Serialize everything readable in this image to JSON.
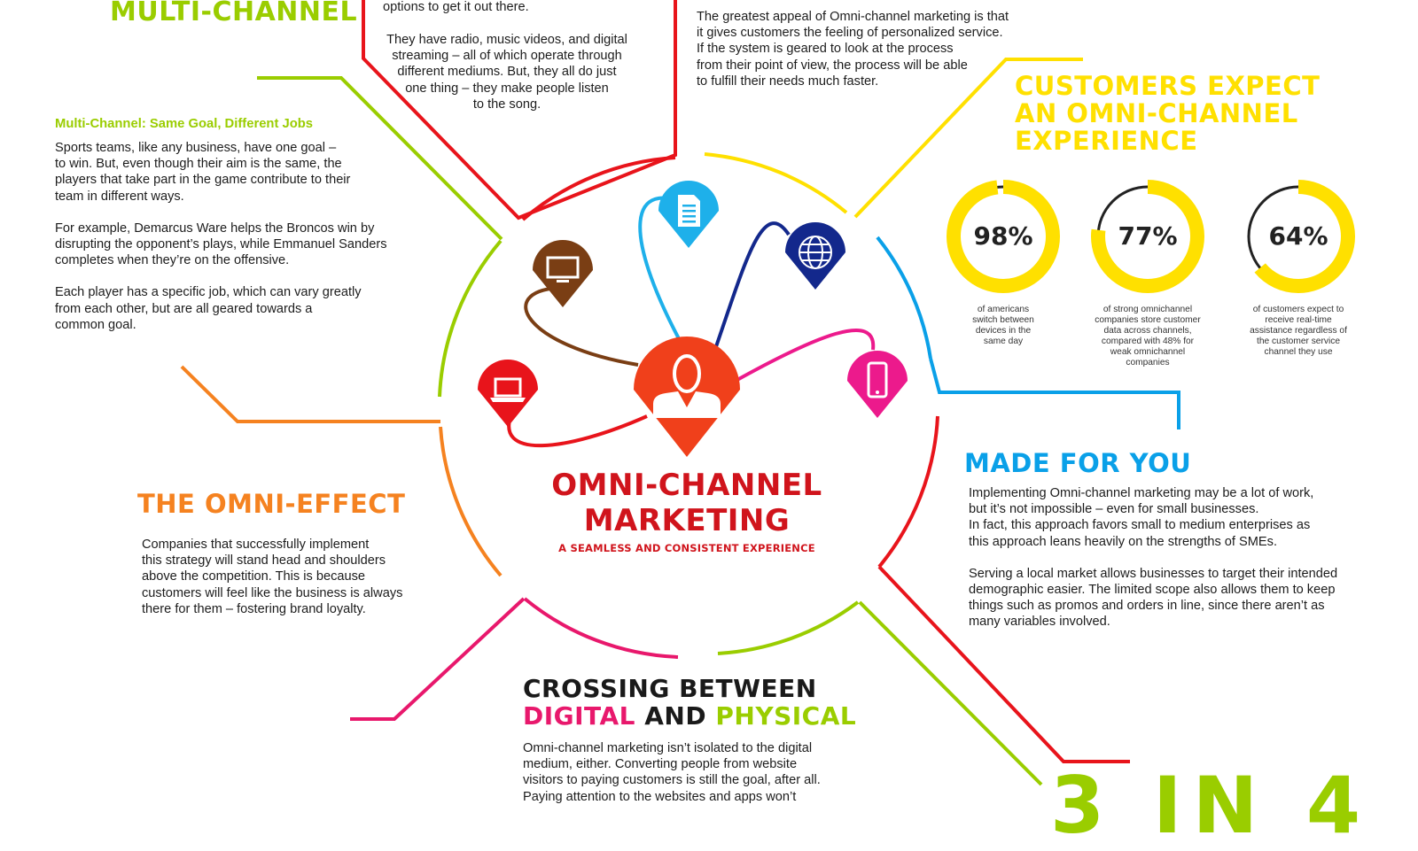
{
  "multichannel": {
    "heading": "MULTI-CHANNEL",
    "subheading": "Multi-Channel: Same Goal, Different Jobs",
    "paragraphs": [
      "Sports teams, like any business, have one goal –\nto win. But, even though their aim is the same, the\nplayers that take part in the game contribute to their\nteam in different ways.",
      "For example, Demarcus Ware helps the Broncos win by\ndisrupting the opponent’s plays, while Emmanuel Sanders\ncompletes when they’re on the offensive.",
      "Each player has a specific job, which can vary greatly\nfrom each other, but are all geared towards a\ncommon goal."
    ]
  },
  "song": {
    "line1": "options to get it out there.",
    "paragraph": "They have radio, music videos, and digital\nstreaming – all of which operate through\ndifferent mediums. But, they all do just\none thing – they make people listen\nto the song."
  },
  "appeal": {
    "paragraph": "The greatest appeal of Omni-channel marketing is that\nit gives customers the feeling of personalized service.\nIf the system is geared to look at the process\nfrom their point of view, the process will be able\nto fulfill their needs much faster."
  },
  "expect": {
    "heading_lines": [
      "CUSTOMERS EXPECT",
      "AN OMNI-CHANNEL",
      "EXPERIENCE"
    ],
    "stats": [
      {
        "value": "98%",
        "fraction": 0.98,
        "caption": "of americans\nswitch between\ndevices in the\nsame day"
      },
      {
        "value": "77%",
        "fraction": 0.77,
        "caption": "of strong omnichannel\ncompanies store customer\ndata across channels,\ncompared with 48% for\nweak omnichannel\ncompanies"
      },
      {
        "value": "64%",
        "fraction": 0.64,
        "caption": "of customers expect to\nreceive real-time\nassistance regardless of\nthe customer service\nchannel they use"
      }
    ]
  },
  "center": {
    "title_line1": "OMNI-CHANNEL",
    "title_line2": "MARKETING",
    "subtitle": "A SEAMLESS AND CONSISTENT EXPERIENCE"
  },
  "omni_effect": {
    "heading": "THE OMNI-EFFECT",
    "paragraph": "Companies that successfully implement\nthis strategy will stand head and shoulders\nabove the competition. This is because\ncustomers will feel like the business is always\nthere for them – fostering brand loyalty."
  },
  "made_for_you": {
    "heading": "MADE FOR YOU",
    "paragraphs": [
      "Implementing Omni-channel marketing may be a lot of work,\nbut it’s not impossible – even for small businesses.\nIn fact, this approach favors small to medium enterprises as\nthis approach leans heavily on the strengths of SMEs.",
      "Serving a local market allows businesses to target their intended\ndemographic easier. The limited scope also allows them to keep\nthings such as promos and orders in line, since there aren’t as\nmany variables involved."
    ]
  },
  "crossing": {
    "heading_line1": "CROSSING BETWEEN",
    "word_digital": "DIGITAL",
    "word_and": "AND",
    "word_physical": "PHYSICAL",
    "paragraph": "Omni-channel marketing isn’t isolated to the digital\nmedium, either. Converting people from website\nvisitors to paying customers is still the goal, after all.\nPaying attention to the websites and apps won’t"
  },
  "corner": {
    "text": "3 IN 4"
  },
  "icons": [
    "tv-icon",
    "document-icon",
    "globe-icon",
    "laptop-icon",
    "person-icon",
    "smartphone-icon"
  ],
  "colors": {
    "lime": "#9ACD00",
    "red": "#E8141B",
    "yellow": "#FFE000",
    "blue": "#0AA0E8",
    "orange": "#F58220",
    "pink": "#E8186C",
    "brown": "#7A3E14",
    "sky": "#1EB0EA",
    "navy": "#13288C",
    "magenta": "#EC1A8C",
    "center_red": "#F0401B",
    "title_red": "#D0141C"
  }
}
